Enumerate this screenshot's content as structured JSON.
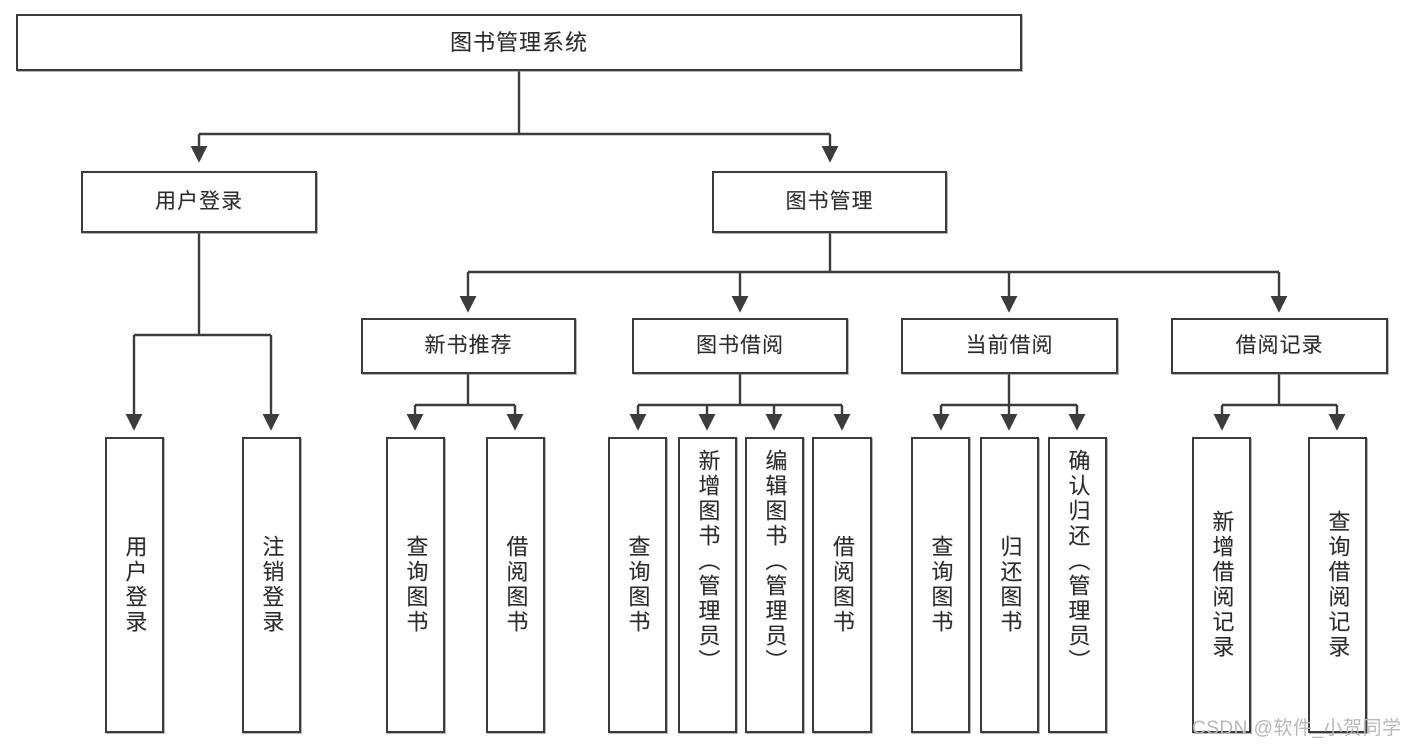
{
  "diagram": {
    "title": "图书管理系统",
    "type": "tree-hierarchy-chart",
    "root": {
      "label": "图书管理系统"
    },
    "level2": [
      {
        "label": "用户登录"
      },
      {
        "label": "图书管理"
      }
    ],
    "level3": [
      {
        "label": "新书推荐"
      },
      {
        "label": "图书借阅"
      },
      {
        "label": "当前借阅"
      },
      {
        "label": "借阅记录"
      }
    ],
    "leaves": {
      "user_login": [
        {
          "label": "用户登录"
        },
        {
          "label": "注销登录"
        }
      ],
      "new_book_recommend": [
        {
          "label": "查询图书"
        },
        {
          "label": "借阅图书"
        }
      ],
      "book_borrow": [
        {
          "label": "查询图书"
        },
        {
          "label": "新增图书（管理员）"
        },
        {
          "label": "编辑图书（管理员）"
        },
        {
          "label": "借阅图书"
        }
      ],
      "current_borrow": [
        {
          "label": "查询图书"
        },
        {
          "label": "归还图书"
        },
        {
          "label": "确认归还（管理员）"
        }
      ],
      "borrow_record": [
        {
          "label": "新增借阅记录"
        },
        {
          "label": "查询借阅记录"
        }
      ]
    }
  },
  "watermark": {
    "text": "CSDN @软件_小贺同学"
  },
  "colors": {
    "border": "#3c3c3c",
    "text": "#2b2b2b",
    "background": "#ffffff",
    "watermark": "#b8b8b8"
  }
}
